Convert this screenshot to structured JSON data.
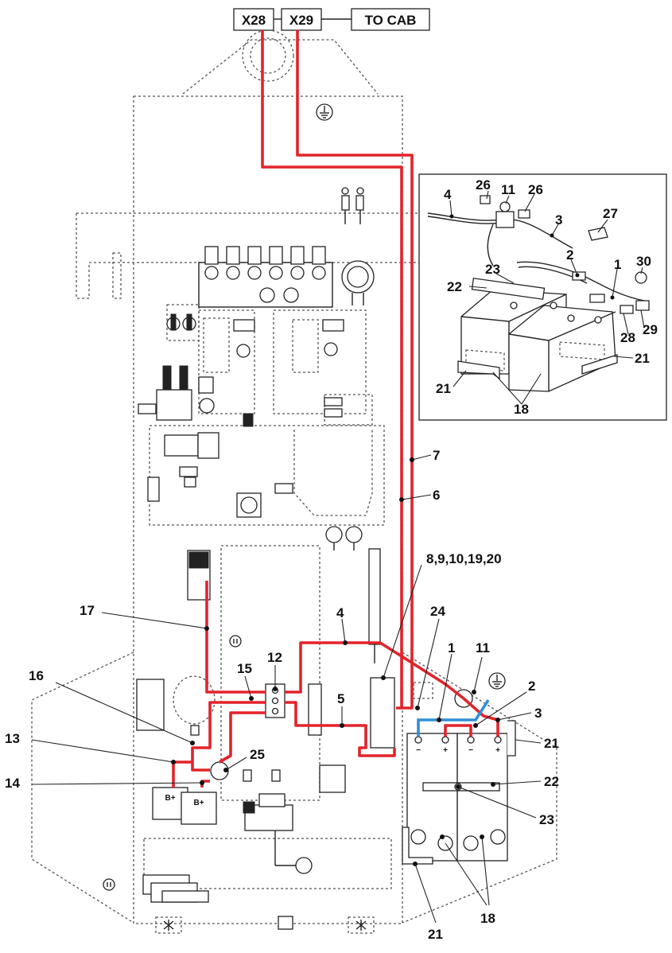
{
  "connectors": {
    "x28": "X28",
    "x29": "X29",
    "to_cab": "TO CAB"
  },
  "callouts_main": {
    "c7": "7",
    "c6": "6",
    "c8": "8,9,10,19,20",
    "c17": "17",
    "c4": "4",
    "c24": "24",
    "c1": "1",
    "c11": "11",
    "c2": "2",
    "c3": "3",
    "c21a": "21",
    "c16": "16",
    "c15": "15",
    "c12": "12",
    "c5": "5",
    "c13": "13",
    "c25": "25",
    "c14": "14",
    "c22": "22",
    "c23": "23",
    "c18": "18",
    "c21b": "21"
  },
  "callouts_inset": {
    "i4": "4",
    "i26a": "26",
    "i11": "11",
    "i26b": "26",
    "i27": "27",
    "i3": "3",
    "i2": "2",
    "i1": "1",
    "i30": "30",
    "i23": "23",
    "i22": "22",
    "i28": "28",
    "i29": "29",
    "i21a": "21",
    "i21b": "21",
    "i18": "18"
  },
  "battery_marks": {
    "bplus_1": "B+",
    "bplus_2": "B+",
    "minus_1": "−",
    "plus_1": "+",
    "minus_2": "−",
    "plus_2": "+"
  },
  "colors": {
    "positive_cable": "#e3232a",
    "negative_cable": "#2f8fd6",
    "outline": "#222222"
  },
  "icons": [
    "ground-icon",
    "fuse-icon",
    "battery-icon",
    "warning-light-icon",
    "beacon-icon"
  ]
}
